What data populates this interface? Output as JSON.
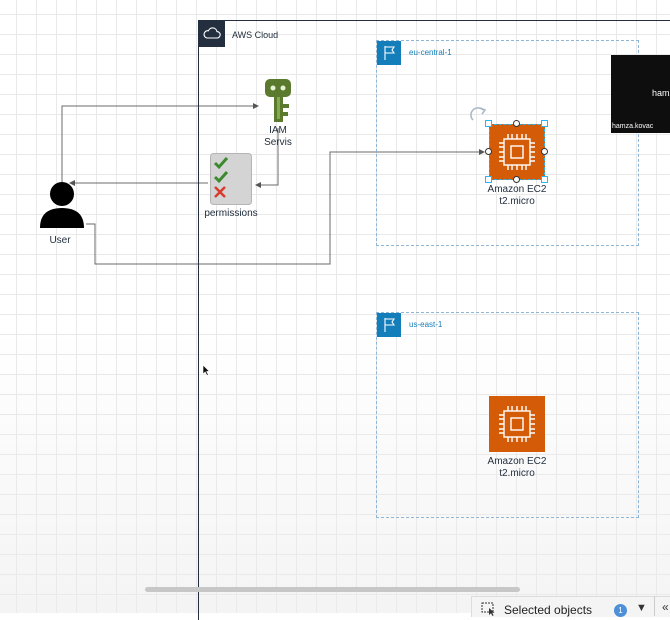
{
  "aws_cloud": {
    "label": "AWS Cloud"
  },
  "regions": [
    {
      "label": "eu-central-1"
    },
    {
      "label": "us-east-1"
    }
  ],
  "nodes": {
    "iam": {
      "line1": "IAM",
      "line2": "Servis"
    },
    "permissions": {
      "label": "permissions"
    },
    "user": {
      "label": "User"
    },
    "ec2_eu": {
      "line1": "Amazon EC2",
      "line2": "t2.micro"
    },
    "ec2_us": {
      "line1": "Amazon EC2",
      "line2": "t2.micro"
    }
  },
  "video_overlay": {
    "name_top": "hamza",
    "name_bottom": "hamza.kovac"
  },
  "status_bar": {
    "label": "Selected objects",
    "count": "1"
  },
  "colors": {
    "ec2_orange": "#d45b07",
    "region_blue": "#147eba",
    "aws_dark": "#232f3e",
    "iam_green": "#5a7a2d",
    "selection_blue": "#29b6f2"
  },
  "icons": [
    "cloud-icon",
    "flag-icon",
    "key-icon",
    "checklist-icon",
    "user-icon",
    "chip-icon",
    "rotate-icon",
    "mouse-cursor-icon"
  ]
}
